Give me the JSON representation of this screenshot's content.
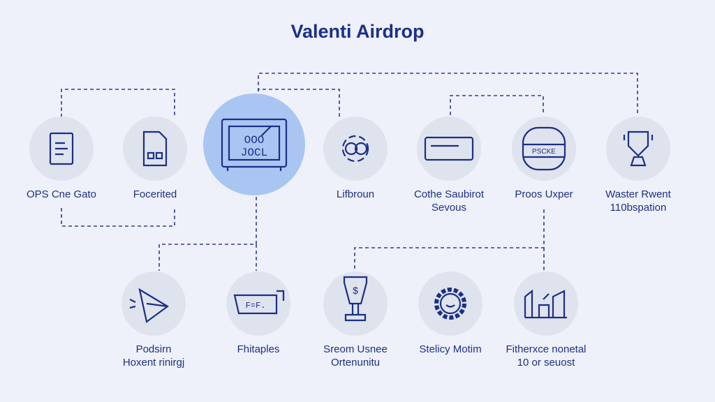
{
  "title": "Valenti Airdrop",
  "top_nodes": [
    {
      "label": "OPS Cne Gato",
      "icon": "document-icon"
    },
    {
      "label": "Focerited",
      "icon": "file-icon"
    },
    {
      "label": "",
      "icon": "safe-icon",
      "highlighted": true,
      "icon_text_top": "OOO",
      "icon_text_bottom": "JOCL"
    },
    {
      "label": "Lifbroun",
      "icon": "circular-link-icon"
    },
    {
      "label": "Cothe Saubirot\nSevous",
      "icon": "card-icon"
    },
    {
      "label": "Proos Uxper",
      "icon": "device-icon",
      "icon_text": "PSCKE"
    },
    {
      "label": "Waster Rwent\n110bspation",
      "icon": "trophy-icon"
    }
  ],
  "bottom_nodes": [
    {
      "label": "Podsirn\nHoxent rinirgj",
      "icon": "paper-plane-icon"
    },
    {
      "label": "Fhitaples",
      "icon": "ticket-icon",
      "icon_text": "F=F."
    },
    {
      "label": "Sreom Usnee\nOrtenunitu",
      "icon": "trophy-cup-icon"
    },
    {
      "label": "Stelicy Motim",
      "icon": "gear-icon"
    },
    {
      "label": "Fitherxce nonetal\n10 or seuost",
      "icon": "chart-icon"
    }
  ],
  "colors": {
    "line": "#2a3f95",
    "circle": "#dfe3ee",
    "highlight": "#a9c6f2",
    "background": "#eef1f9"
  }
}
